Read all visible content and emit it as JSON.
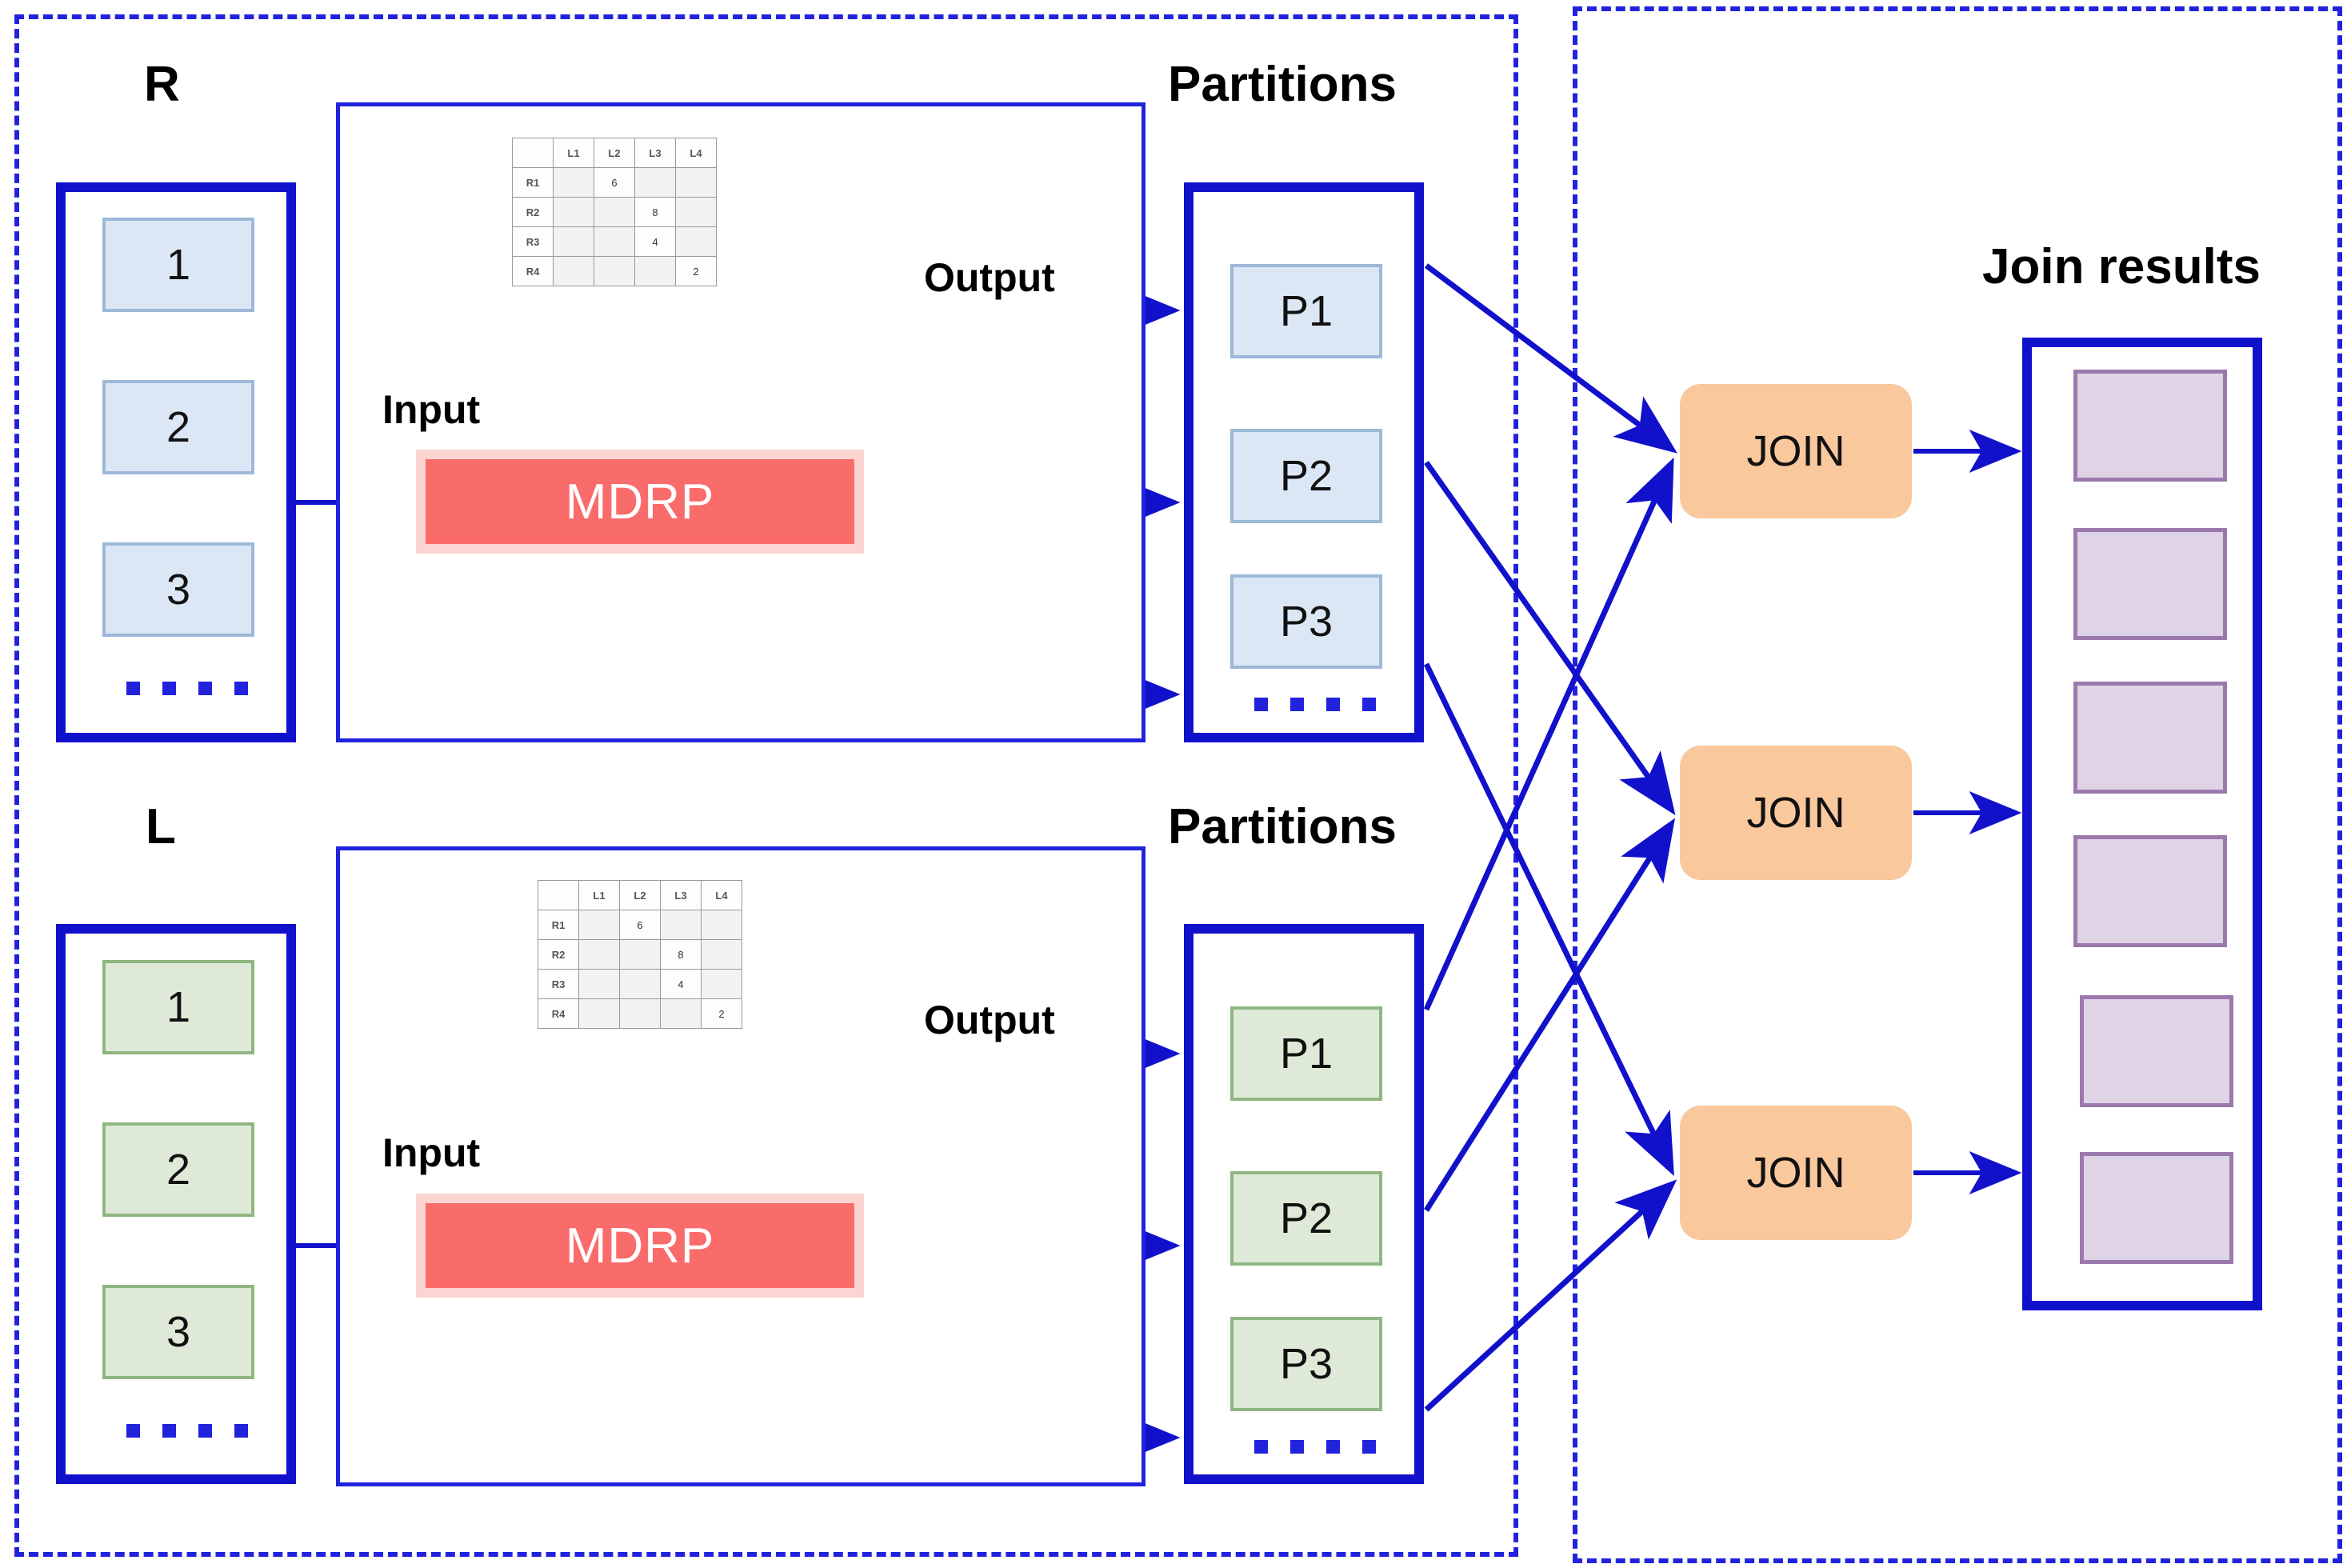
{
  "diagram": {
    "title": "MDRP partition-based distributed join pipeline",
    "colors": {
      "blue": "#2222DD",
      "thick_blue": "#1111CC",
      "mdrp_fill": "#FA6B6B",
      "mdrp_border": "#FBD5D2",
      "join_fill": "#F9C89D",
      "chip_blue_fill": "#DCE7F5",
      "chip_blue_border": "#9DB8D8",
      "chip_green_fill": "#DEEAD7",
      "chip_green_border": "#8FB680",
      "result_fill": "#DFD3E6",
      "result_border": "#9B79AD"
    }
  },
  "relations": [
    {
      "id": "R",
      "title": "R",
      "items": [
        "1",
        "2",
        "3"
      ],
      "ellipsis": "...."
    },
    {
      "id": "L",
      "title": "L",
      "items": [
        "1",
        "2",
        "3"
      ],
      "ellipsis": "...."
    }
  ],
  "pipelines": [
    {
      "id": "top",
      "input_label": "Input",
      "output_label": "Output",
      "node_label": "MDRP",
      "partitions_title": "Partitions",
      "partitions": [
        "P1",
        "P2",
        "P3"
      ],
      "partitions_ellipsis": "...."
    },
    {
      "id": "bottom",
      "input_label": "Input",
      "output_label": "Output",
      "node_label": "MDRP",
      "partitions_title": "Partitions",
      "partitions": [
        "P1",
        "P2",
        "P3"
      ],
      "partitions_ellipsis": "...."
    }
  ],
  "matrix": {
    "corner": "",
    "columns": [
      "L1",
      "L2",
      "L3",
      "L4"
    ],
    "rows": [
      {
        "label": "R1",
        "cells": [
          "",
          "6",
          "",
          ""
        ]
      },
      {
        "label": "R2",
        "cells": [
          "",
          "",
          "8",
          ""
        ]
      },
      {
        "label": "R3",
        "cells": [
          "",
          "",
          "4",
          ""
        ]
      },
      {
        "label": "R4",
        "cells": [
          "",
          "",
          "",
          "2"
        ]
      }
    ]
  },
  "join_nodes": [
    {
      "label": "JOIN"
    },
    {
      "label": "JOIN"
    },
    {
      "label": "JOIN"
    }
  ],
  "results": {
    "title": "Join results",
    "rows": [
      "",
      "",
      "",
      "",
      "",
      ""
    ]
  }
}
